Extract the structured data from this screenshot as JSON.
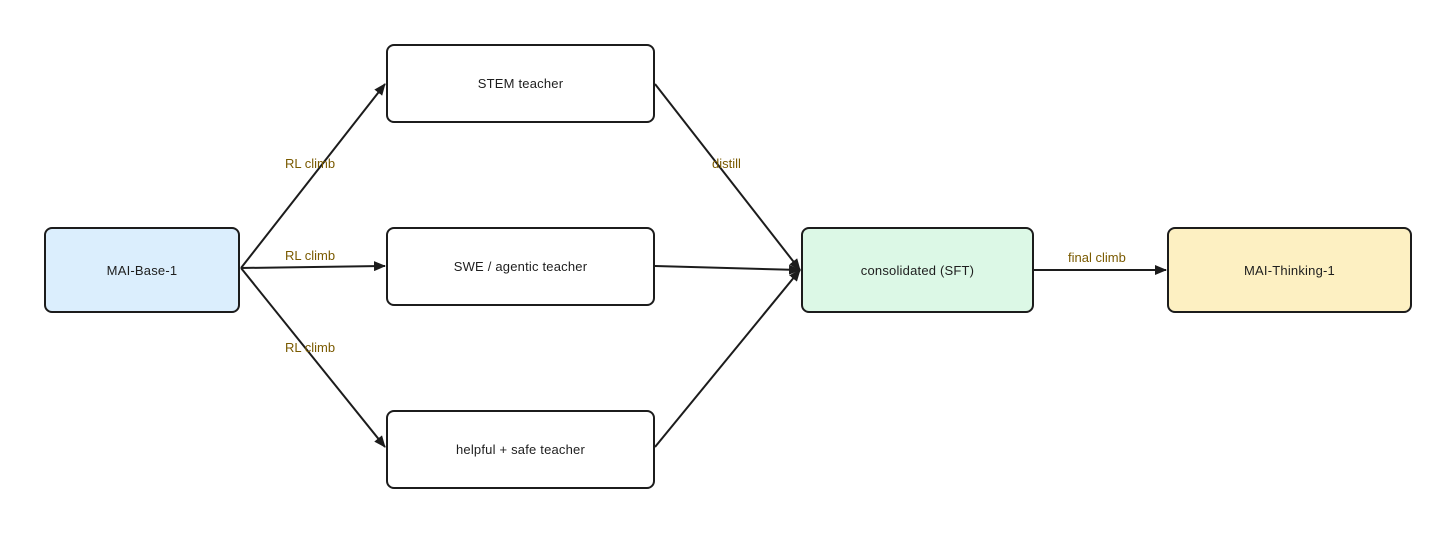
{
  "nodes": {
    "base": {
      "label": "MAI-Base-1",
      "fill": "#dbeefd"
    },
    "stem": {
      "label": "STEM teacher",
      "fill": "#ffffff"
    },
    "swe": {
      "label": "SWE / agentic teacher",
      "fill": "#ffffff"
    },
    "helpful": {
      "label": "helpful + safe teacher",
      "fill": "#ffffff"
    },
    "consolidated": {
      "label": "consolidated (SFT)",
      "fill": "#dcf8e6"
    },
    "thinking": {
      "label": "MAI-Thinking-1",
      "fill": "#fdf0c2"
    }
  },
  "edge_labels": {
    "rl_climb_stem": "RL climb",
    "rl_climb_swe": "RL climb",
    "rl_climb_helpful": "RL climb",
    "distill": "distill",
    "final_climb": "final climb"
  },
  "colors": {
    "stroke": "#1c1c1c",
    "edge_label_text": "#7a5a00"
  }
}
